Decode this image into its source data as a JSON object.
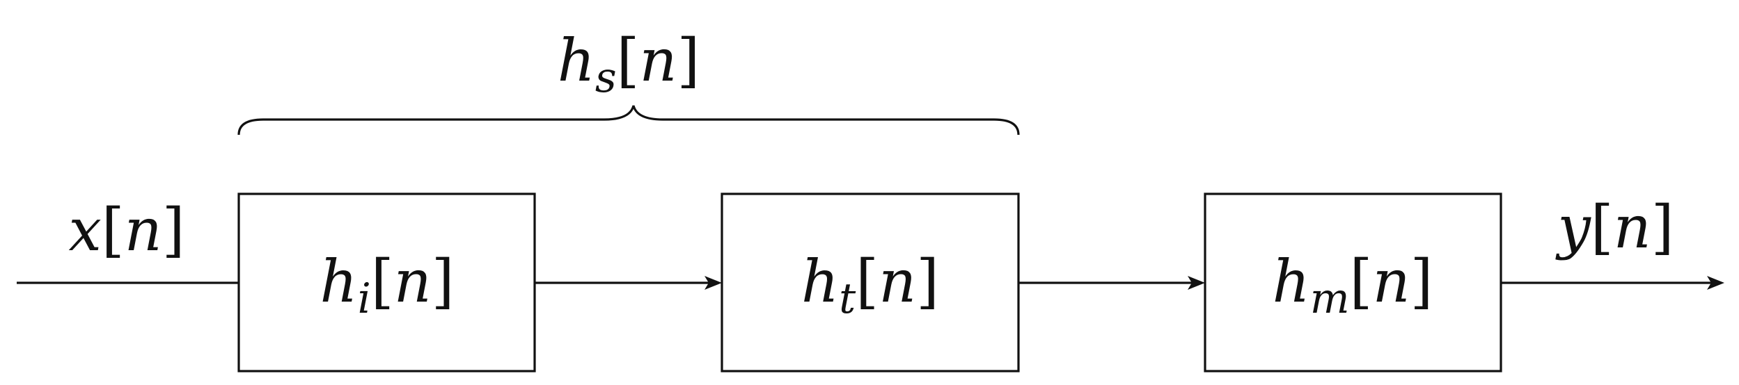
{
  "diagram": {
    "group": {
      "symbol": "h",
      "sub": "s",
      "arg": "n"
    },
    "input": {
      "symbol": "x",
      "arg": "n"
    },
    "output": {
      "symbol": "y",
      "arg": "n"
    },
    "blocks": [
      {
        "symbol": "h",
        "sub": "i",
        "arg": "n"
      },
      {
        "symbol": "h",
        "sub": "t",
        "arg": "n"
      },
      {
        "symbol": "h",
        "sub": "m",
        "arg": "n"
      }
    ],
    "brackets": [
      "[",
      "]"
    ]
  }
}
